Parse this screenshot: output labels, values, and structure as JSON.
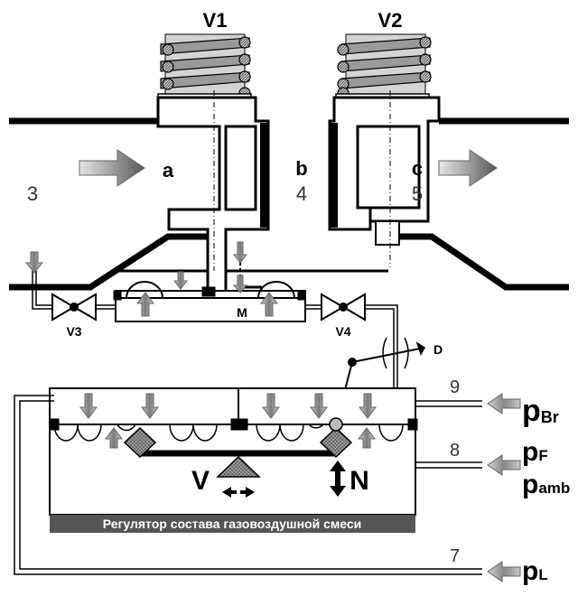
{
  "labels": {
    "v1": "V1",
    "v2": "V2",
    "v3": "V3",
    "v4": "V4",
    "a": "a",
    "b": "b",
    "c": "c",
    "n3": "3",
    "n4": "4",
    "n5": "5",
    "m": "M",
    "d": "D",
    "n9": "9",
    "n8": "8",
    "n7": "7",
    "v": "V",
    "n": "N",
    "p_br_main": "p",
    "p_br_sub": "Br",
    "p_f_main": "p",
    "p_f_sub": "F",
    "p_amb_main": "p",
    "p_amb_sub": "amb",
    "p_l_main": "p",
    "p_l_sub": "L"
  },
  "banner": {
    "text": "Регулятор состава газовоздушной смеси"
  },
  "colors": {
    "line": "#000000",
    "arrow_gray": "#8c8c8c",
    "banner_bg": "#555555",
    "spring_gray": "#b4b4b4"
  }
}
